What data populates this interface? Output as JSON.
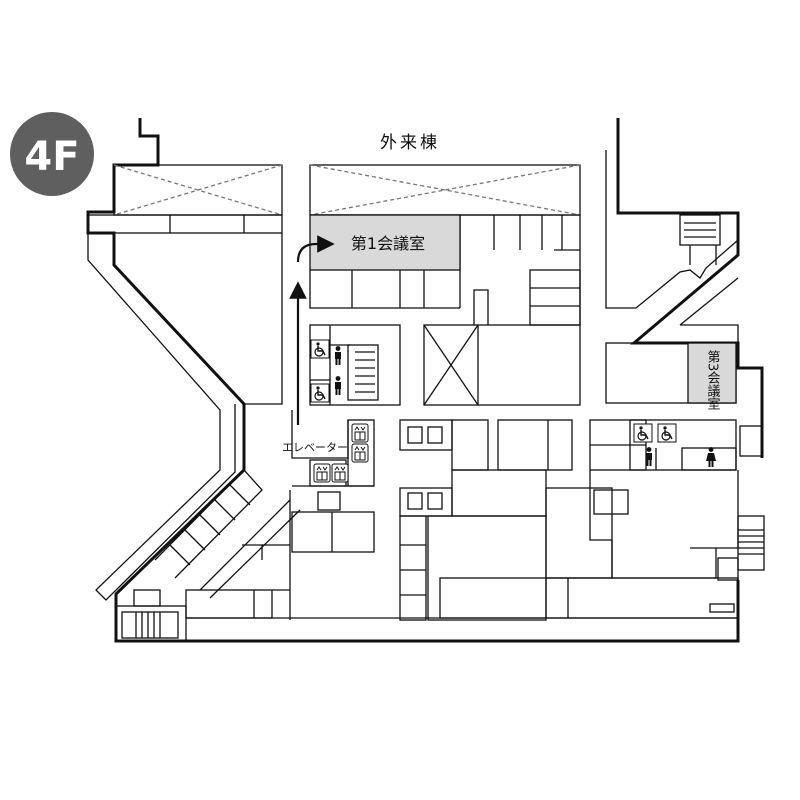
{
  "floor_badge": {
    "label": "4F",
    "color": "#5f5f5f"
  },
  "building_label": "外来棟",
  "rooms": {
    "conference_room_1": "第1会議室",
    "conference_room_3": "第3会議室"
  },
  "elevator_label": "エレベーター",
  "colors": {
    "wall": "#111111",
    "highlight_room": "#d9d9d9",
    "badge": "#5f5f5f"
  },
  "icons": [
    "wheelchair-restroom-icon",
    "mens-restroom-icon",
    "womens-restroom-icon",
    "elevator-icon",
    "stairs-icon",
    "route-arrow-icon"
  ]
}
